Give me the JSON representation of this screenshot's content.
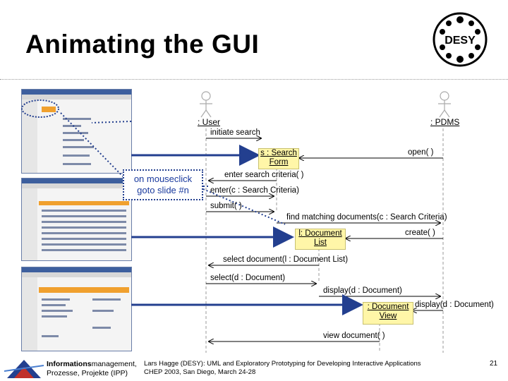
{
  "slide": {
    "title": "Animating the GUI",
    "logo_text": "DESY",
    "callout": {
      "line1": "on mouseclick",
      "line2": "goto slide #n"
    },
    "lifelines": {
      "user": ": User",
      "pdms": ": PDMS"
    },
    "objects": {
      "search_form": {
        "line1": "s : Search",
        "line2": "Form"
      },
      "document_list": {
        "line1": "l: Document",
        "line2": "List"
      },
      "document_view": {
        "line1": ": Document",
        "line2": "View"
      }
    },
    "messages": {
      "initiate_search": "initiate search",
      "open": "open( )",
      "enter_search_criteria": "enter search criteria( )",
      "enter_c": "enter(c : Search Criteria)",
      "submit": "submit( )",
      "find_matching": "find matching documents(c : Search Criteria)",
      "create": "create( )",
      "select_document_l": "select document(l : Document List)",
      "select_d": "select(d : Document)",
      "display_d1": "display(d : Document)",
      "display_d2": "display(d : Document)",
      "view_document": "view document( )"
    },
    "footer": {
      "org_line1_bold": "Informations",
      "org_line1_rest": "management,",
      "org_line2": "Prozesse, Projekte (IPP)",
      "citation_line1": "Lars Hagge (DESY): UML and Exploratory Prototyping for Developing Interactive Applications",
      "citation_line2": "CHEP 2003, San Diego, March 24-28",
      "page_number": "21"
    },
    "colors": {
      "accent_blue": "#233f8f",
      "object_fill": "#fff6a8",
      "screenshot_orange": "#f0a02e",
      "callout_border": "#233f8f"
    }
  }
}
